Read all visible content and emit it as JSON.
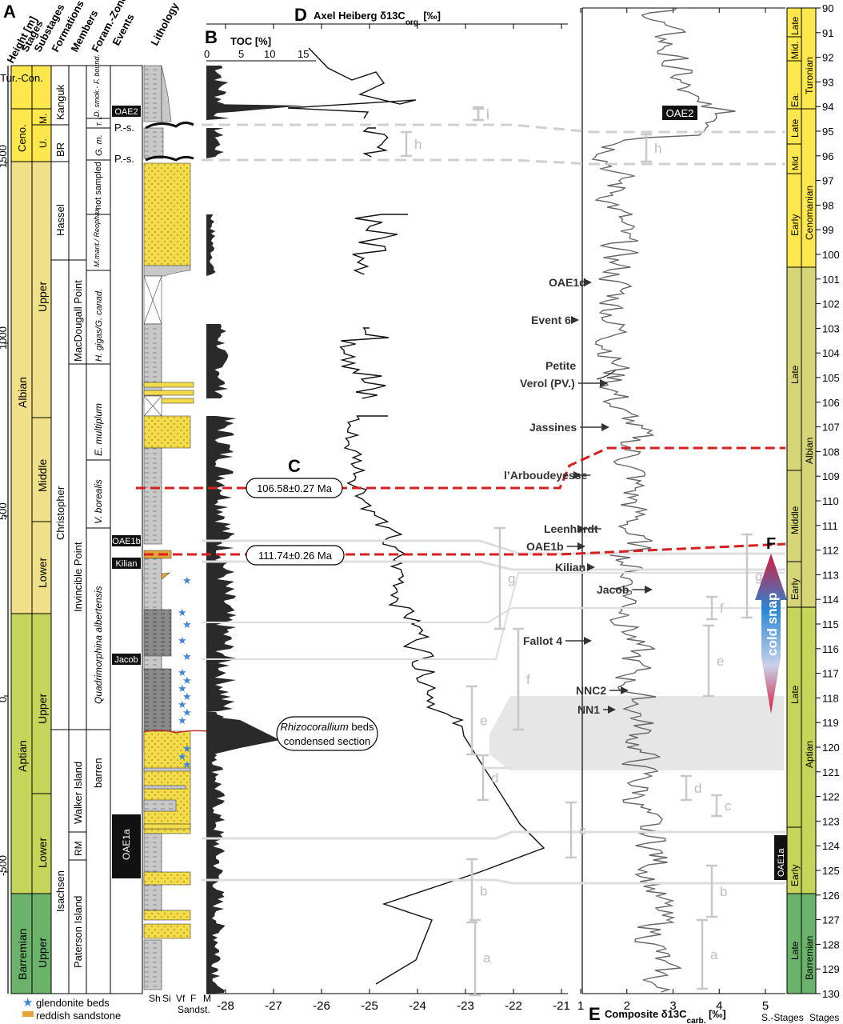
{
  "panels": {
    "A": "A",
    "B": "B",
    "C": "C",
    "D": "D",
    "E": "E",
    "F": "F"
  },
  "colors": {
    "yellow": "#fde74c",
    "lime": "#c6d45a",
    "green": "#6bb36a",
    "sand": "#f3db4a",
    "shale": "#c8c8c8",
    "darkshale": "#8a8a8a",
    "toc": "#2a2a2a",
    "grey": "#666666",
    "red": "#d42020",
    "lightgrey": "#c8c8c8",
    "star": "#3a86d8",
    "orange": "#e3a53a"
  },
  "columns": {
    "height": "Height [m]",
    "stages": "Stages",
    "substages": "Substages",
    "formations": "Formations",
    "members": "Members",
    "foram": "Foram.-Zone",
    "events": "Events",
    "lithology": "Lithology"
  },
  "height_ticks": [
    "1500",
    "1000",
    "500",
    "0",
    "-500"
  ],
  "stages_left": [
    {
      "label": "Tur.-Con."
    },
    {
      "label": "Ceno."
    },
    {
      "label": "Albian"
    },
    {
      "label": "Aptian"
    },
    {
      "label": "Barremian"
    }
  ],
  "substages_left": [
    {
      "label": "U."
    },
    {
      "label": "M."
    },
    {
      "label": "Upper"
    },
    {
      "label": "Middle"
    },
    {
      "label": "Lower"
    },
    {
      "label": "Upper"
    },
    {
      "label": "Lower"
    },
    {
      "label": "Upper"
    }
  ],
  "formations": [
    {
      "label": "Kanguk"
    },
    {
      "label": "BR"
    },
    {
      "label": "Hassel"
    },
    {
      "label": "Christopher"
    },
    {
      "label": "Isachsen"
    }
  ],
  "members": [
    {
      "label": "MacDougall Point"
    },
    {
      "label": "Invincible Point"
    },
    {
      "label": "Walker Island"
    },
    {
      "label": "RM"
    },
    {
      "label": "Paterson Island"
    }
  ],
  "foram_zones": [
    {
      "label": "D. smok.- F. bound."
    },
    {
      "label": "T. r."
    },
    {
      "label": "G. m."
    },
    {
      "label": "not sampled"
    },
    {
      "label": "M.marit./ Reophax"
    },
    {
      "label": "H. gigas/G. canad."
    },
    {
      "label": "E. multiplum"
    },
    {
      "label": "V. borealis"
    },
    {
      "label": "Quadrimorphina albertensis"
    },
    {
      "label": "barren"
    }
  ],
  "events_left": [
    {
      "label": "OAE2"
    },
    {
      "label": "OAE1b"
    },
    {
      "label": "Kilian"
    },
    {
      "label": "Jacob"
    },
    {
      "label": "OAE1a"
    }
  ],
  "ps_labels": [
    "P.-s.",
    "P.-s."
  ],
  "toc_axis": {
    "title": "TOC [%]",
    "ticks": [
      "0",
      "5",
      "10",
      "15"
    ]
  },
  "d_axis": {
    "title": "Axel Heiberg δ13C",
    "sub": "org.",
    "unit": " [‰]",
    "ticks": [
      "-28",
      "-27",
      "-26",
      "-25",
      "-24",
      "-23",
      "-22",
      "-21"
    ]
  },
  "e_axis": {
    "label": "E",
    "title": "Composite δ13C",
    "sub": "carb.",
    "unit": " [‰]",
    "ticks": [
      "1",
      "2",
      "3",
      "4",
      "5"
    ]
  },
  "age_ticks": [
    "90",
    "91",
    "92",
    "93",
    "94",
    "95",
    "96",
    "97",
    "98",
    "99",
    "100",
    "101",
    "102",
    "103",
    "104",
    "105",
    "106",
    "107",
    "108",
    "109",
    "110",
    "111",
    "112",
    "113",
    "114",
    "115",
    "116",
    "117",
    "118",
    "119",
    "120",
    "121",
    "122",
    "123",
    "124",
    "125",
    "126",
    "127",
    "128",
    "129",
    "130"
  ],
  "substages_right": [
    {
      "label": "Late"
    },
    {
      "label": "Mid."
    },
    {
      "label": "Ea."
    },
    {
      "label": "Late"
    },
    {
      "label": "Mid"
    },
    {
      "label": "Early"
    },
    {
      "label": "Late"
    },
    {
      "label": "Middle"
    },
    {
      "label": "Early"
    },
    {
      "label": "Late"
    },
    {
      "label": "Early"
    },
    {
      "label": "Late"
    }
  ],
  "stages_right": [
    {
      "label": "Turonian"
    },
    {
      "label": "Cenomanian"
    },
    {
      "label": "Albian"
    },
    {
      "label": "Aptian"
    },
    {
      "label": "Barremian"
    }
  ],
  "right_headers": {
    "sstages": "S.-Stages",
    "stages": "Stages"
  },
  "ages": [
    {
      "label": "106.58±0.27 Ma"
    },
    {
      "label": "111.74±0.26 Ma"
    }
  ],
  "rhizo": {
    "line1": "Rhizocorallium",
    "line1b": " beds",
    "line2": "condensed section"
  },
  "events_right": [
    {
      "label": "OAE1d"
    },
    {
      "label": "Event 6"
    },
    {
      "label": "Petite"
    },
    {
      "label": "Verol (PV.)"
    },
    {
      "label": "Jassines"
    },
    {
      "label": "l’Arboudeyesse"
    },
    {
      "label": "Leenhardt"
    },
    {
      "label": "OAE1b"
    },
    {
      "label": "Kilian"
    },
    {
      "label": "Jacob"
    },
    {
      "label": "Fallot 4"
    },
    {
      "label": "NNC2"
    },
    {
      "label": "NN1"
    }
  ],
  "oae_boxes": [
    {
      "label": "OAE2"
    },
    {
      "label": "OAE1a"
    }
  ],
  "corr_letters": [
    "i",
    "h",
    "g",
    "f",
    "e",
    "d",
    "c",
    "b",
    "a"
  ],
  "cold_snap": "cold snap",
  "legend": [
    {
      "label": "glendonite beds"
    },
    {
      "label": "reddish sandstone"
    }
  ],
  "litho_axis": {
    "ticks": [
      "Sh",
      "Si",
      "Vf",
      "F",
      "M"
    ],
    "sub": "Sandst."
  }
}
